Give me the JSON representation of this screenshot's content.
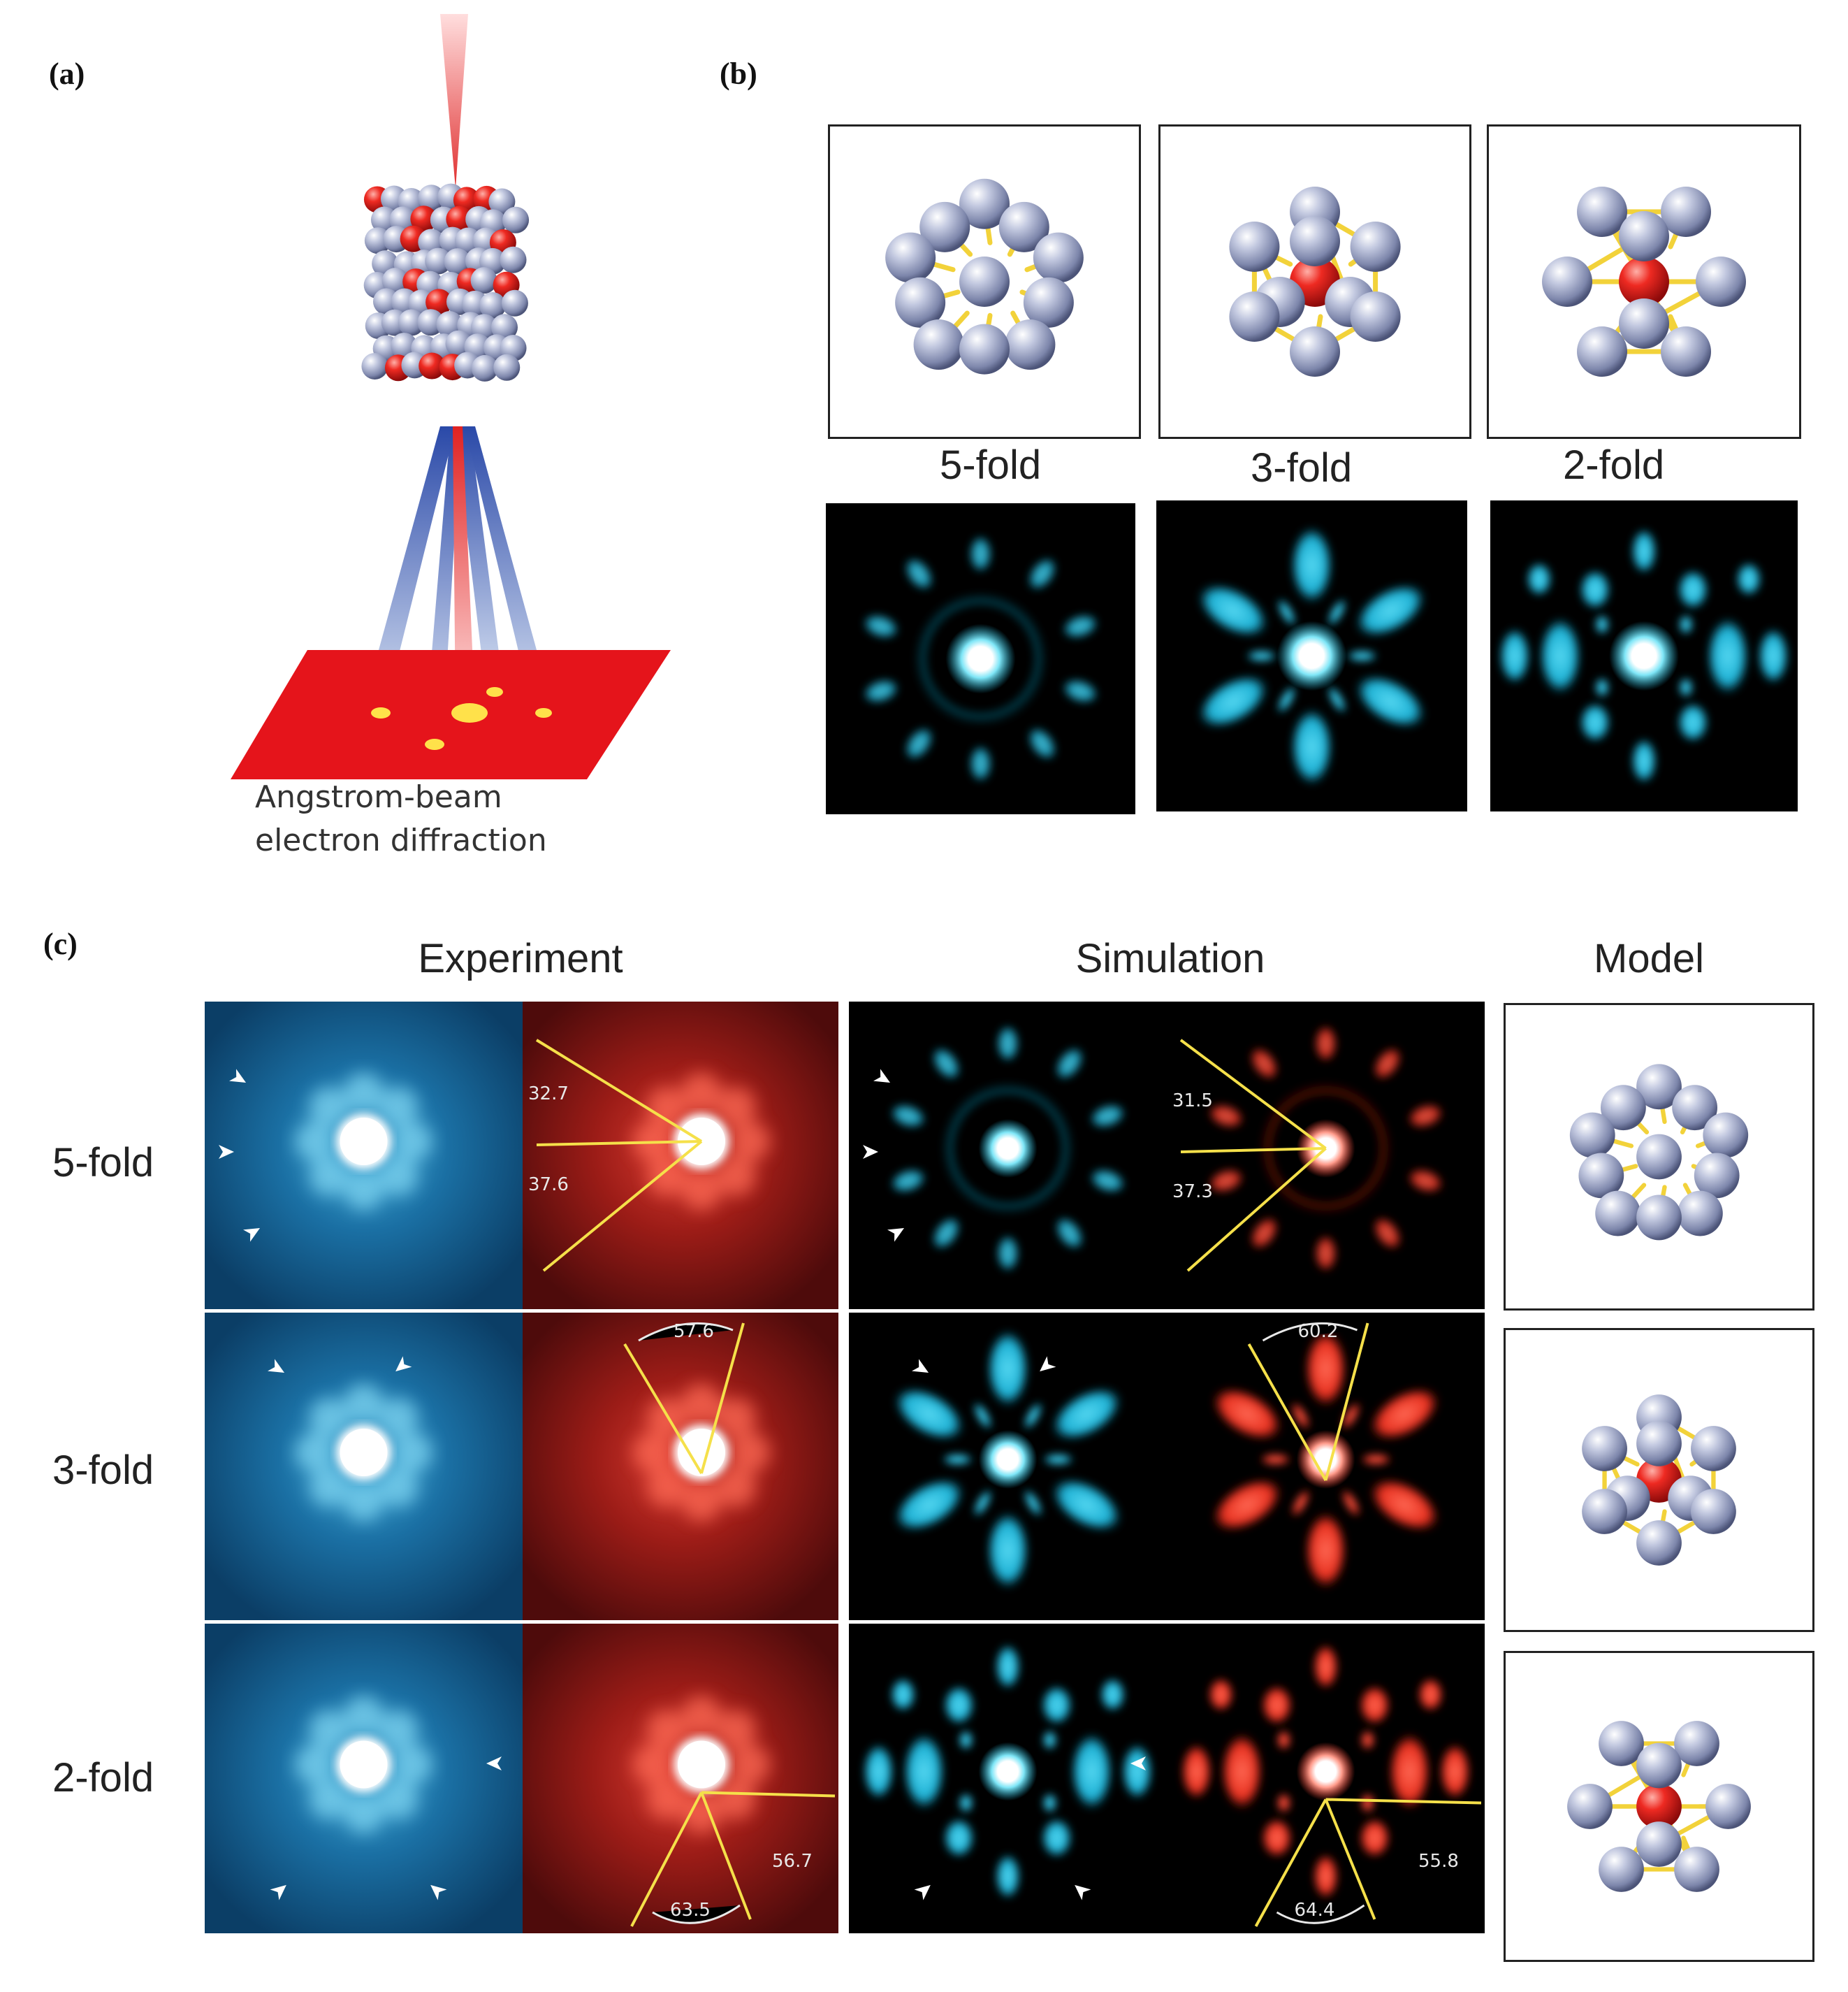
{
  "panel_labels": {
    "a": "(a)",
    "b": "(b)",
    "c": "(c)"
  },
  "panel_a": {
    "caption_line1": "Angstrom-beam",
    "caption_line2": "electron diffraction"
  },
  "panel_b": {
    "fold_labels": [
      "5-fold",
      "3-fold",
      "2-fold"
    ]
  },
  "panel_c": {
    "column_titles": {
      "experiment": "Experiment",
      "simulation": "Simulation",
      "model": "Model"
    },
    "row_labels": [
      "5-fold",
      "3-fold",
      "2-fold"
    ],
    "experiment_angles": {
      "five_fold": [
        "32.7",
        "37.6"
      ],
      "three_fold": [
        "57.6"
      ],
      "two_fold": [
        "56.7",
        "63.5"
      ]
    },
    "simulation_angles": {
      "five_fold": [
        "31.5",
        "37.3"
      ],
      "three_fold": [
        "60.2"
      ],
      "two_fold": [
        "55.8",
        "64.4"
      ]
    }
  },
  "colors": {
    "atom_grey": "#9aa3c4",
    "atom_red": "#e01b1b",
    "bond_yellow": "#f2d23a",
    "diffraction_cyan": "#2ec6e6",
    "diffraction_red": "#ff3b2a",
    "experiment_blue_bg": "#0d4d7a",
    "experiment_red_bg": "#5a0d0d",
    "angle_line_yellow": "#f5e04a"
  }
}
